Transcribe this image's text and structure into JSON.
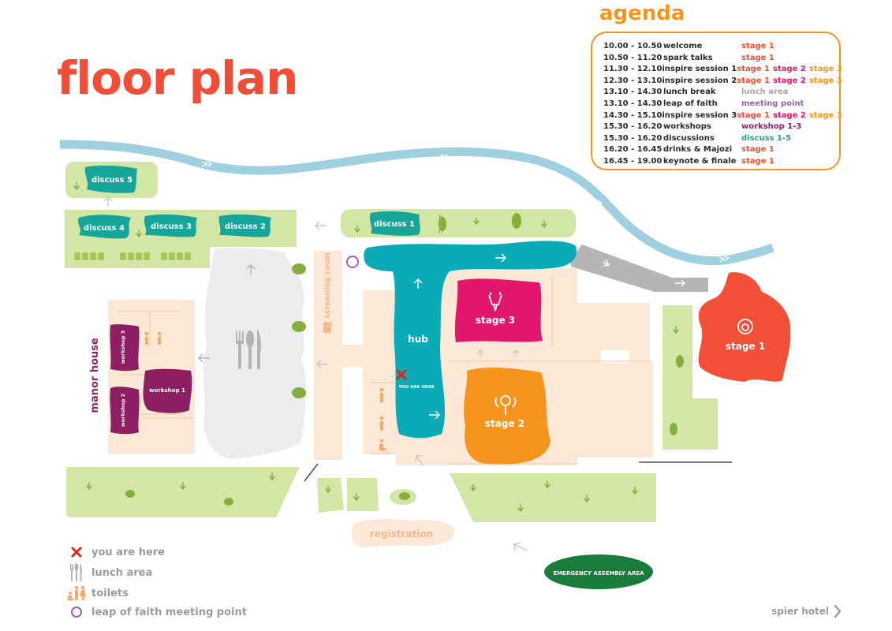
{
  "page": {
    "title": "floor plan"
  },
  "colors": {
    "title": "#f04e37",
    "agenda": "#f7941d",
    "river": "#9fd0e0",
    "grass": "#d4e6a5",
    "grass_mark": "#86b03d",
    "path": "#fbe8d7",
    "path_line": "#f2c9a4",
    "lunch": "#ecebed",
    "discuss": "#16a699",
    "hub": "#0aaab6",
    "stage1": "#f15037",
    "stage2": "#f7941d",
    "stage3": "#e0176d",
    "workshop": "#8b1f61",
    "manor": "#93245e",
    "emergency": "#1a7c3a",
    "road": "#b5b5b5",
    "leap": "#9f5fb1",
    "marker": "#e2231a",
    "legend_text": "#9b9b9b",
    "lunch_area_text": "#a7a7a7"
  },
  "agenda": {
    "title": "agenda",
    "rows": [
      {
        "time": "10.00 - 10.50",
        "event": "welcome",
        "locations": [
          {
            "text": "stage 1",
            "color": "#f04e37"
          }
        ]
      },
      {
        "time": "10.50 - 11.20",
        "event": "spark talks",
        "locations": [
          {
            "text": "stage 1",
            "color": "#f04e37"
          }
        ]
      },
      {
        "time": "11.30 - 12.10",
        "event": "inspire session 1",
        "locations": [
          {
            "text": "stage 1",
            "color": "#f04e37"
          },
          {
            "text": "stage 2",
            "color": "#e0176d"
          },
          {
            "text": "stage 3",
            "color": "#f7941d"
          }
        ]
      },
      {
        "time": "12.30 - 13.10",
        "event": "inspire session 2",
        "locations": [
          {
            "text": "stage 1",
            "color": "#f04e37"
          },
          {
            "text": "stage 2",
            "color": "#e0176d"
          },
          {
            "text": "stage 3",
            "color": "#f7941d"
          }
        ]
      },
      {
        "time": "13.10 - 14.30",
        "event": "lunch break",
        "locations": [
          {
            "text": "lunch area",
            "color": "#a7a7a7"
          }
        ]
      },
      {
        "time": "13.10 - 14.30",
        "event": "leap of faith",
        "locations": [
          {
            "text": "meeting point",
            "color": "#9f5fb1"
          }
        ]
      },
      {
        "time": "14.30 - 15.10",
        "event": "inspire session 3",
        "locations": [
          {
            "text": "stage 1",
            "color": "#f04e37"
          },
          {
            "text": "stage 2",
            "color": "#e0176d"
          },
          {
            "text": "stage 3",
            "color": "#f7941d"
          }
        ]
      },
      {
        "time": "15.30 - 16.20",
        "event": "workshops",
        "locations": [
          {
            "text": "workshop 1-3",
            "color": "#8b1f61"
          }
        ]
      },
      {
        "time": "15.30 - 16.20",
        "event": "discussions",
        "locations": [
          {
            "text": "discuss 1-5",
            "color": "#16a699"
          }
        ]
      },
      {
        "time": "16.20 - 16.45",
        "event": "drinks & Majozi",
        "locations": [
          {
            "text": "stage 1",
            "color": "#f04e37"
          }
        ]
      },
      {
        "time": "16.45 - 19.00",
        "event": "keynote & finale",
        "locations": [
          {
            "text": "stage 1",
            "color": "#f04e37"
          }
        ]
      }
    ]
  },
  "map": {
    "discuss_areas": [
      {
        "id": "discuss-5",
        "label": "discuss 5"
      },
      {
        "id": "discuss-4",
        "label": "discuss 4"
      },
      {
        "id": "discuss-3",
        "label": "discuss 3"
      },
      {
        "id": "discuss-2",
        "label": "discuss 2"
      },
      {
        "id": "discuss-1",
        "label": "discuss 1"
      }
    ],
    "stages": [
      {
        "id": "stage-1",
        "label": "stage 1",
        "icon": "lion-icon"
      },
      {
        "id": "stage-2",
        "label": "stage 2",
        "icon": "elephant-icon"
      },
      {
        "id": "stage-3",
        "label": "stage 3",
        "icon": "giraffe-icon"
      }
    ],
    "workshops": [
      {
        "id": "workshop-1",
        "label": "workshop 1"
      },
      {
        "id": "workshop-2",
        "label": "workshop 2"
      },
      {
        "id": "workshop-3",
        "label": "workshop 3"
      }
    ],
    "hub_label": "hub",
    "you_are_here_label": "YOU ARE HERE",
    "screening_room_label": "screening room",
    "manor_house_label": "manor house",
    "registration_label": "registration",
    "emergency_label": "EMERGENCY ASSEMBLY AREA"
  },
  "legend": {
    "items": [
      {
        "icon": "x-marker-icon",
        "label": "you are here"
      },
      {
        "icon": "cutlery-icon",
        "label": "lunch area"
      },
      {
        "icon": "toilet-icon",
        "label": "toilets"
      },
      {
        "icon": "circle-icon",
        "label": "leap of faith meeting point"
      }
    ]
  },
  "footer": {
    "spier_hotel_label": "spier hotel",
    "chevron_icon": "chevron-right-icon"
  }
}
